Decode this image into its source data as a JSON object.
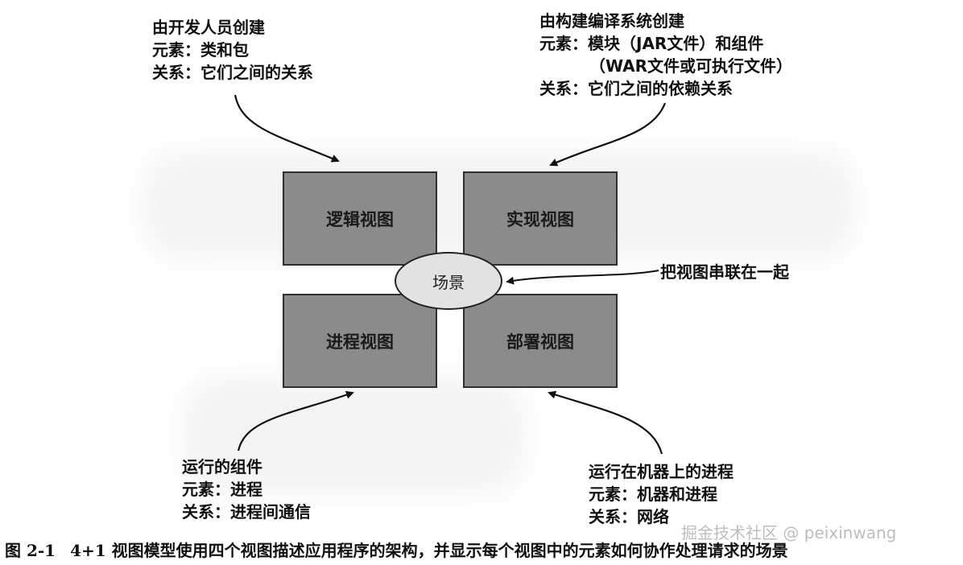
{
  "annotations": {
    "top_left": [
      "由开发人员创建",
      "元素：类和包",
      "关系：它们之间的关系"
    ],
    "top_right": [
      "由构建编译系统创建",
      "元素：模块（JAR文件）和组件",
      "（WAR文件或可执行文件）",
      "关系：它们之间的依赖关系"
    ],
    "bottom_left": [
      "运行的组件",
      "元素：进程",
      "关系：进程间通信"
    ],
    "bottom_right": [
      "运行在机器上的进程",
      "元素：机器和进程",
      "关系：网络"
    ]
  },
  "views": {
    "logical": "逻辑视图",
    "implementation": "实现视图",
    "process": "进程视图",
    "deployment": "部署视图"
  },
  "scenario": "场景",
  "scenario_label": "把视图串联在一起",
  "caption": {
    "number": "图 2-1",
    "text": "4+1 视图模型使用四个视图描述应用程序的架构，并显示每个视图中的元素如何协作处理请求的场景"
  },
  "watermark": "掘金技术社区 @ peixinwang",
  "colors": {
    "box_fill": "#8b8b8b",
    "ellipse_fill": "#e2e2e2",
    "ink": "#111111"
  }
}
